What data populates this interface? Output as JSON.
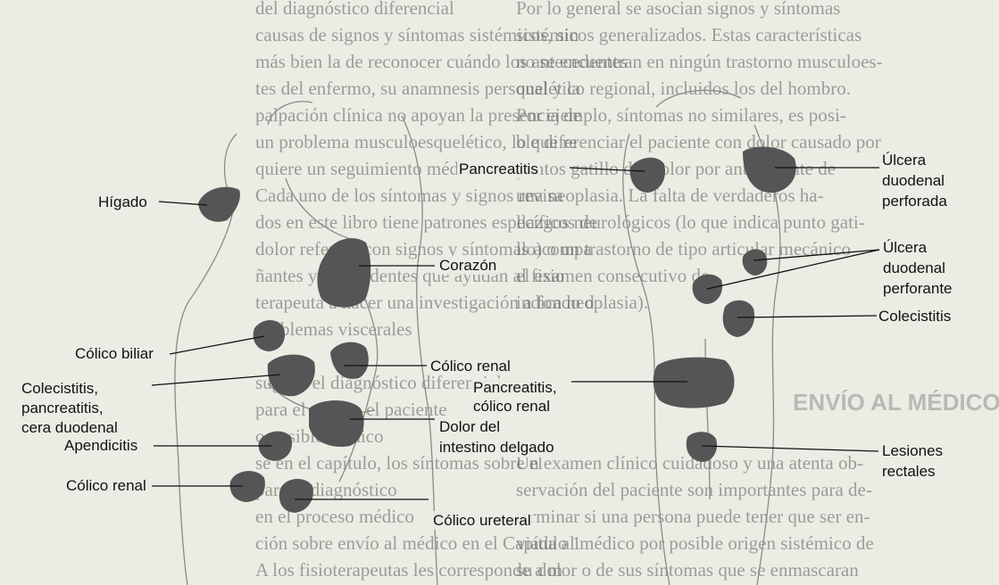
{
  "background_text": {
    "left": [
      "del diagnóstico diferencial",
      "causas de signos y síntomas sistémicos, sin",
      "más bien la de reconocer cuándo los antecedentes",
      "tes del enfermo, su anamnesis personal y la",
      "palpación clínica no apoyan la presencia de",
      "un problema musculoesquelético, lo que re",
      "quiere un seguimiento médico.",
      "Cada uno de los síntomas y signos revisa",
      "dos en este libro tiene patrones específicos de",
      "dolor referido con signos y síntomas acompa",
      "ñantes y antecedentes que ayudan al fisio",
      "terapeuta a hacer una investigación a fondo d",
      "problemas viscerales",
      "",
      "sugerir el diagnóstico diferencial",
      "para el clínico el paciente",
      "o posible médico",
      "se en el capítulo, los síntomas sobre el",
      "para el diagnóstico",
      "en el proceso médico",
      "ción sobre envío al médico en el Capítulo 1",
      "A los fisioterapeutas les corresponde a m"
    ],
    "right": [
      "Por lo general se asocian signos y síntomas",
      "sistémicos generalizados. Estas características",
      "no se encuentran en ningún trastorno musculoes-",
      "quelético regional, incluidos los del hombro.",
      "Por ejemplo, síntomas no similares, es posi-",
      "ble diferenciar el paciente con dolor causado por",
      "puntos gatillo del dolor por antecedente de",
      "una neoplasia. La falta de verdaderos ha-",
      "llazgos neurológicos (lo que indica punto gati-",
      "llo) o un trastorno de tipo articular mecánico",
      "el examen consecutivo de",
      "indica neoplasia).",
      "",
      "",
      "",
      "",
      "",
      "Un examen clínico cuidadoso y una atenta ob-",
      "servación del paciente son importantes para de-",
      "terminar si una persona puede tener que ser en-",
      "viada al médico por posible origen sistémico de",
      "su dolor o de sus síntomas que se enmascaran"
    ],
    "section_heading": "ENVÍO AL MÉDICO"
  },
  "labels": {
    "higado": "Hígado",
    "corazon": "Corazón",
    "colico_biliar": "Cólico biliar",
    "colico_renal_1": "Cólico renal",
    "colecistitis_group": "Colecistitis,\npancreatitis,\ncera duodenal",
    "pancreatitis_colico_renal": "Pancreatitis,\ncólico renal",
    "dolor_intestino": "Dolor del\nintestino delgado",
    "apendicitis": "Apendicitis",
    "colico_renal_2": "Cólico renal",
    "colico_ureteral": "Cólico ureteral",
    "pancreatitis": "Pancreatitis",
    "ulcera_perforada": "Úlcera\nduodenal\nperforada",
    "ulcera_perforante": "Úlcera\nduodenal\nperforante",
    "colecistitis": "Colecistitis",
    "lesiones_rectales": "Lesiones\nrectales"
  },
  "colors": {
    "zone_fill": "#555556",
    "page_bg": "#ecebe4",
    "text": "#111111"
  }
}
